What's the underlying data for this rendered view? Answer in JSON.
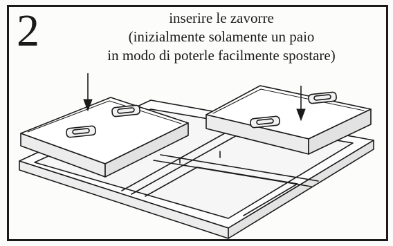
{
  "step": {
    "number": "2",
    "instruction_lines": [
      "inserire le zavorre",
      "(inizialmente solamente un paio",
      "in modo di poterle facilmente spostare)"
    ]
  },
  "illustration": {
    "components": [
      "base-frame",
      "ballast-block-left",
      "ballast-block-right",
      "insert-arrow-left",
      "insert-arrow-right"
    ],
    "ink_color": "#1a1a1a",
    "paper_color": "#fcfcfb"
  }
}
